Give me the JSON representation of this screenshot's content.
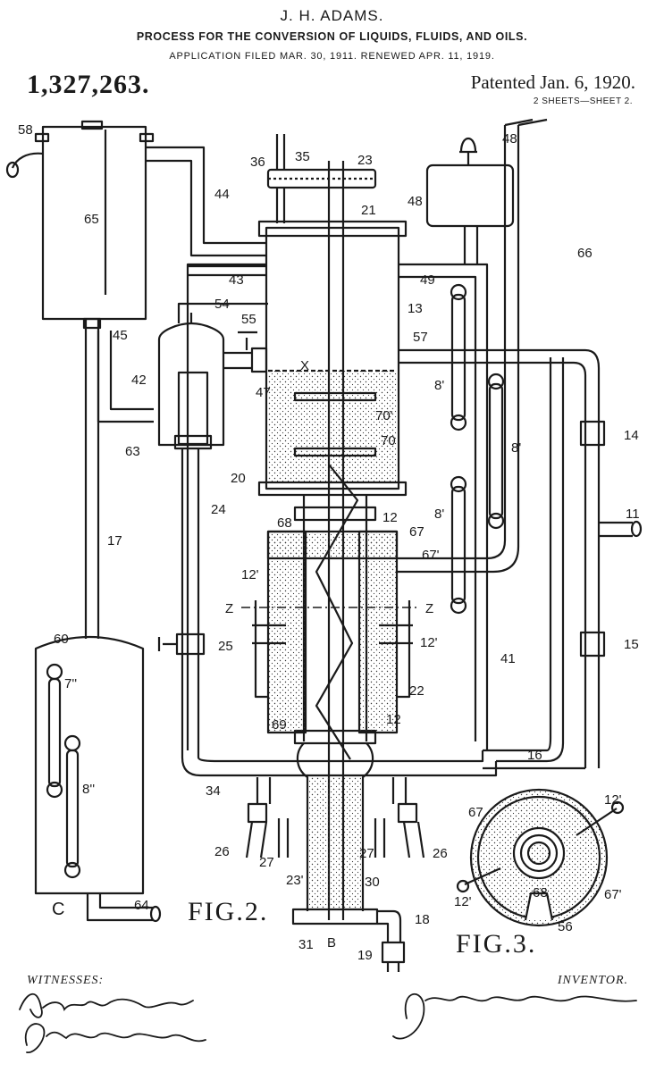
{
  "header": {
    "inventor": "J. H. ADAMS.",
    "title": "PROCESS FOR THE CONVERSION OF LIQUIDS, FLUIDS, AND OILS.",
    "application": "APPLICATION FILED MAR. 30, 1911. RENEWED APR. 11, 1919.",
    "patent_number": "1,327,263.",
    "patented": "Patented Jan. 6, 1920.",
    "sheets": "2 SHEETS—SHEET 2."
  },
  "figures": {
    "fig2": "FIG.2.",
    "fig3": "FIG.3."
  },
  "labels": {
    "l58": "58",
    "l65": "65",
    "l45": "45",
    "l44": "44",
    "l43": "43",
    "l54": "54",
    "l55": "55",
    "l42": "42",
    "l47": "47",
    "l63": "63",
    "l17": "17",
    "l24": "24",
    "l25": "25",
    "l34": "34",
    "l36": "36",
    "l35": "35",
    "l23": "23",
    "l21": "21",
    "l48p": "48'",
    "l48": "48",
    "l66": "66",
    "l49": "49",
    "l13": "13",
    "l57": "57",
    "lX": "X",
    "l70p": "70'",
    "l70": "70",
    "l8p_a": "8'",
    "l8p_b": "8'",
    "l8p_c": "8'",
    "l14": "14",
    "l11": "11",
    "l15": "15",
    "l20": "20",
    "l68": "68",
    "l12_a": "12",
    "l67": "67",
    "l67p": "67'",
    "l12p_a": "12'",
    "l12p_b": "12'",
    "lZ_a": "Z",
    "lZ_b": "Z",
    "l22": "22",
    "l41": "41",
    "l69": "69",
    "l12_b": "12",
    "l16": "16",
    "l60": "60",
    "l7pp": "7''",
    "l8pp": "8''",
    "l26_a": "26",
    "l27_a": "27",
    "l27_b": "27",
    "l26_b": "26",
    "l23p": "23'",
    "l30": "30",
    "l18": "18",
    "l19": "19",
    "l31": "31",
    "lB": "B",
    "lC": "C",
    "l64": "64",
    "f3_67": "67",
    "f3_12p_a": "12'",
    "f3_12p_b": "12'",
    "f3_68": "68",
    "f3_67p": "67'",
    "f3_56": "56"
  },
  "footer": {
    "witnesses_label": "WITNESSES:",
    "inventor_label": "INVENTOR."
  }
}
